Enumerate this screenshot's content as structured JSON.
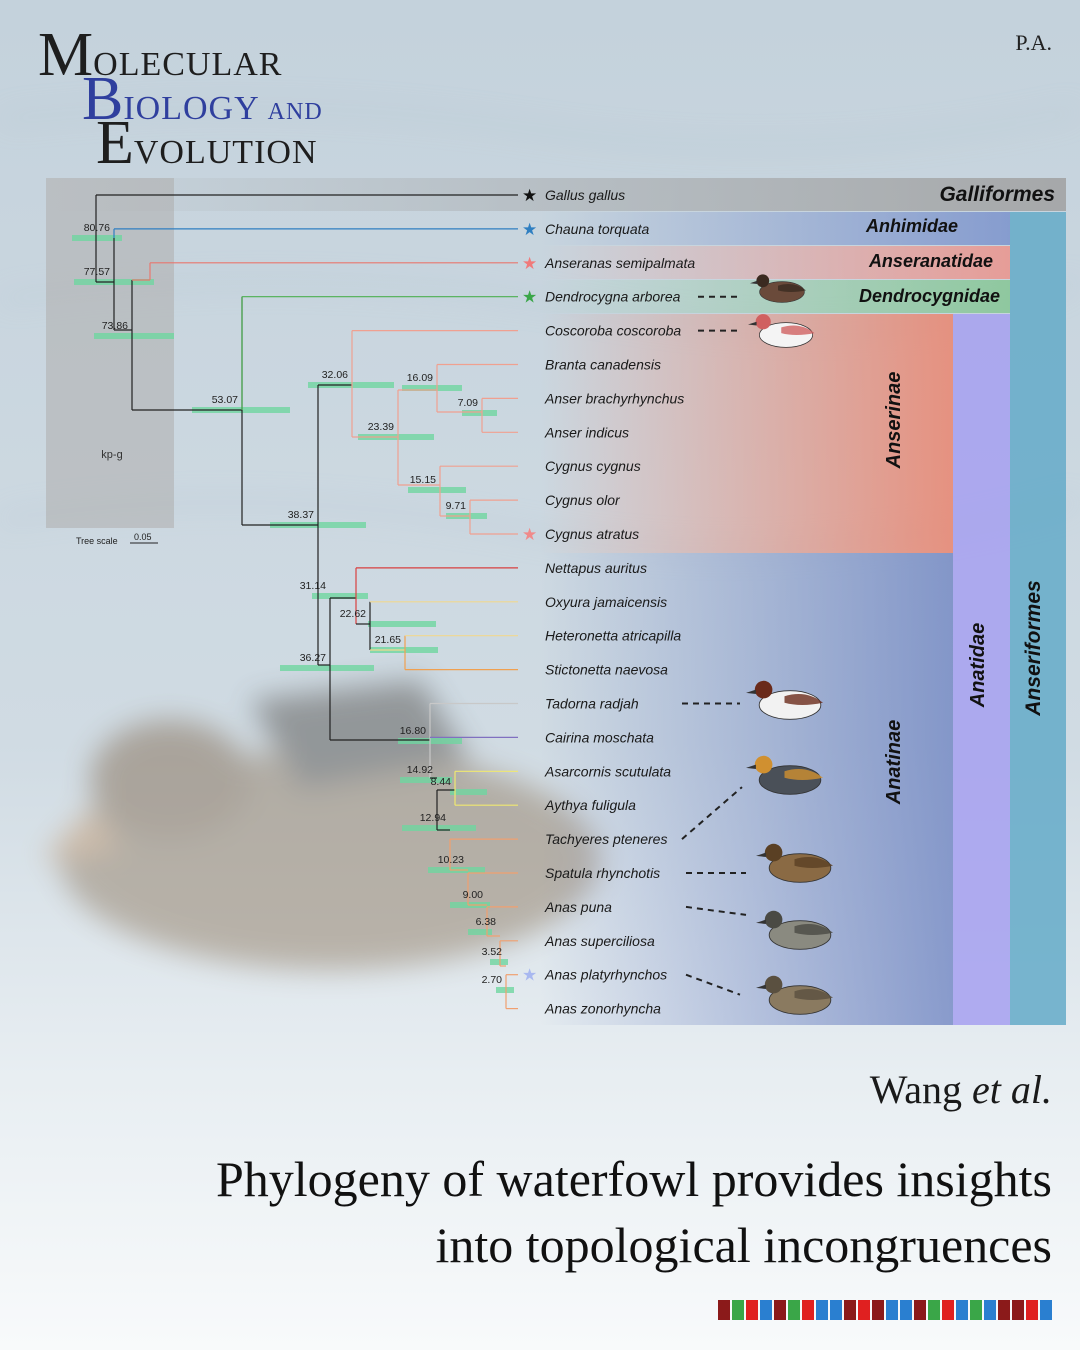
{
  "journal": {
    "line1_cap": "M",
    "line1_rest": "OLECULAR",
    "line2_cap": "B",
    "line2_rest": "IOLOGY",
    "line2_and": "AND",
    "line3_cap": "E",
    "line3_rest": "VOLUTION"
  },
  "tag": "P.A.",
  "author": {
    "name": "Wang",
    "etal": "et al."
  },
  "title_lines": [
    "Phylogeny of waterfowl provides insights",
    "into topological incongruences"
  ],
  "tree": {
    "tree_scale_label": "Tree scale",
    "tree_scale_value": "0.05",
    "box_label": "kp-g",
    "taxa": [
      {
        "name": "Gallus gallus",
        "star": "#111111",
        "color": "#222222"
      },
      {
        "name": "Chauna torquata",
        "star": "#2f7fc1",
        "color": "#2f7fc1"
      },
      {
        "name": "Anseranas semipalmata",
        "star": "#f07a7a",
        "color": "#e8776e"
      },
      {
        "name": "Dendrocygna arborea",
        "star": "#3aa648",
        "color": "#4caf50"
      },
      {
        "name": "Coscoroba coscoroba",
        "color": "#f0a090"
      },
      {
        "name": "Branta canadensis",
        "color": "#f0a090"
      },
      {
        "name": "Anser brachyrhynchus",
        "color": "#f0a090"
      },
      {
        "name": "Anser indicus",
        "color": "#f0a090"
      },
      {
        "name": "Cygnus cygnus",
        "color": "#f0a090"
      },
      {
        "name": "Cygnus olor",
        "color": "#f0a090"
      },
      {
        "name": "Cygnus atratus",
        "star": "#f08a8a",
        "color": "#f0a090"
      },
      {
        "name": "Nettapus auritus",
        "color": "#d84040"
      },
      {
        "name": "Oxyura jamaicensis",
        "color": "#f0d890"
      },
      {
        "name": "Heteronetta atricapilla",
        "color": "#f0d890"
      },
      {
        "name": "Stictonetta naevosa",
        "color": "#f0a050"
      },
      {
        "name": "Tadorna radjah",
        "color": "#c8c8c8"
      },
      {
        "name": "Cairina moschata",
        "color": "#8070c0"
      },
      {
        "name": "Asarcornis scutulata",
        "color": "#f0e870"
      },
      {
        "name": "Aythya fuligula",
        "color": "#f0e870"
      },
      {
        "name": "Tachyeres pteneres",
        "color": "#f0a070"
      },
      {
        "name": "Spatula rhynchotis",
        "color": "#f0a070"
      },
      {
        "name": "Anas puna",
        "color": "#f0a070"
      },
      {
        "name": "Anas superciliosa",
        "color": "#f0a070"
      },
      {
        "name": "Anas platyrhynchos",
        "star": "#a8b8f0",
        "color": "#f0a070"
      },
      {
        "name": "Anas zonorhyncha",
        "color": "#f0a070"
      }
    ],
    "dashed_leaders": [
      "Dendrocygna arborea",
      "Coscoroba coscoroba",
      "Tadorna radjah",
      "Tachyeres pteneres",
      "Spatula rhynchotis",
      "Anas puna",
      "Anas platyrhynchos"
    ],
    "node_ages": [
      "80.76",
      "77.57",
      "73.86",
      "53.07",
      "38.37",
      "36.27",
      "32.06",
      "23.39",
      "16.09",
      "7.09",
      "15.15",
      "9.71",
      "31.14",
      "22.62",
      "21.65",
      "16.80",
      "14.92",
      "8.44",
      "12.94",
      "10.23",
      "9.00",
      "6.38",
      "3.52",
      "2.70"
    ],
    "groups": {
      "galliformes": "Galliformes",
      "anhimidae": "Anhimidae",
      "anseranatidae": "Anseranatidae",
      "dendrocygnidae": "Dendrocygnidae",
      "anserinae": "Anserinae",
      "anatinae": "Anatinae",
      "anatidae": "Anatidae",
      "anseriformes": "Anseriformes"
    }
  },
  "colors": {
    "accent_blue": "#2f3f9e",
    "galliformes_band": "#a0a0a0",
    "anhimidae_band": "#6a84c8",
    "anseranatidae_band": "#f08a80",
    "dendrocygnidae_band": "#7cc48a",
    "anserinae_band": "#ec8068",
    "anatinae_band": "#6a80c0",
    "anatidae_band": "#a6a0f0",
    "anseriformes_band": "#64aac8",
    "node_bar": "#6fd6a0"
  },
  "color_bar": [
    "#8b1a1a",
    "#3aa648",
    "#e02020",
    "#2a7fd0",
    "#8b1a1a",
    "#3aa648",
    "#e02020",
    "#2a7fd0",
    "#2a7fd0",
    "#8b1a1a",
    "#e02020",
    "#8b1a1a",
    "#2a7fd0",
    "#2a7fd0",
    "#8b1a1a",
    "#3aa648",
    "#e02020",
    "#2a7fd0",
    "#3aa648",
    "#2a7fd0",
    "#8b1a1a",
    "#8b1a1a",
    "#e02020",
    "#2a7fd0"
  ]
}
